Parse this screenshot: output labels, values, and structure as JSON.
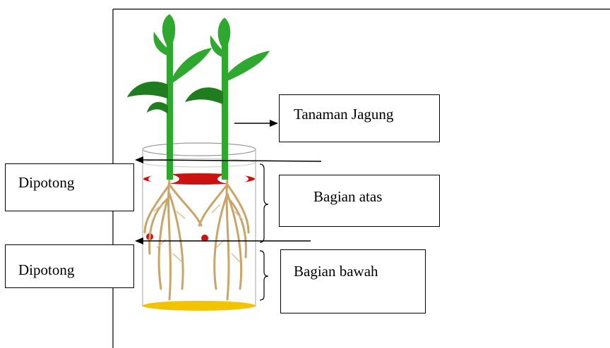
{
  "labels": {
    "tanaman": "Tanaman Jagung",
    "dipotong_top": "Dipotong",
    "bagian_atas": "Bagian atas",
    "dipotong_bottom": "Dipotong",
    "bagian_bawah": "Bagian bawah"
  },
  "colors": {
    "leaf": "#2fa82f",
    "leaf_dark": "#1f7d1f",
    "root": "#caa56a",
    "band_red": "#cc1111",
    "base_yellow": "#f2c400",
    "line": "#000000"
  }
}
